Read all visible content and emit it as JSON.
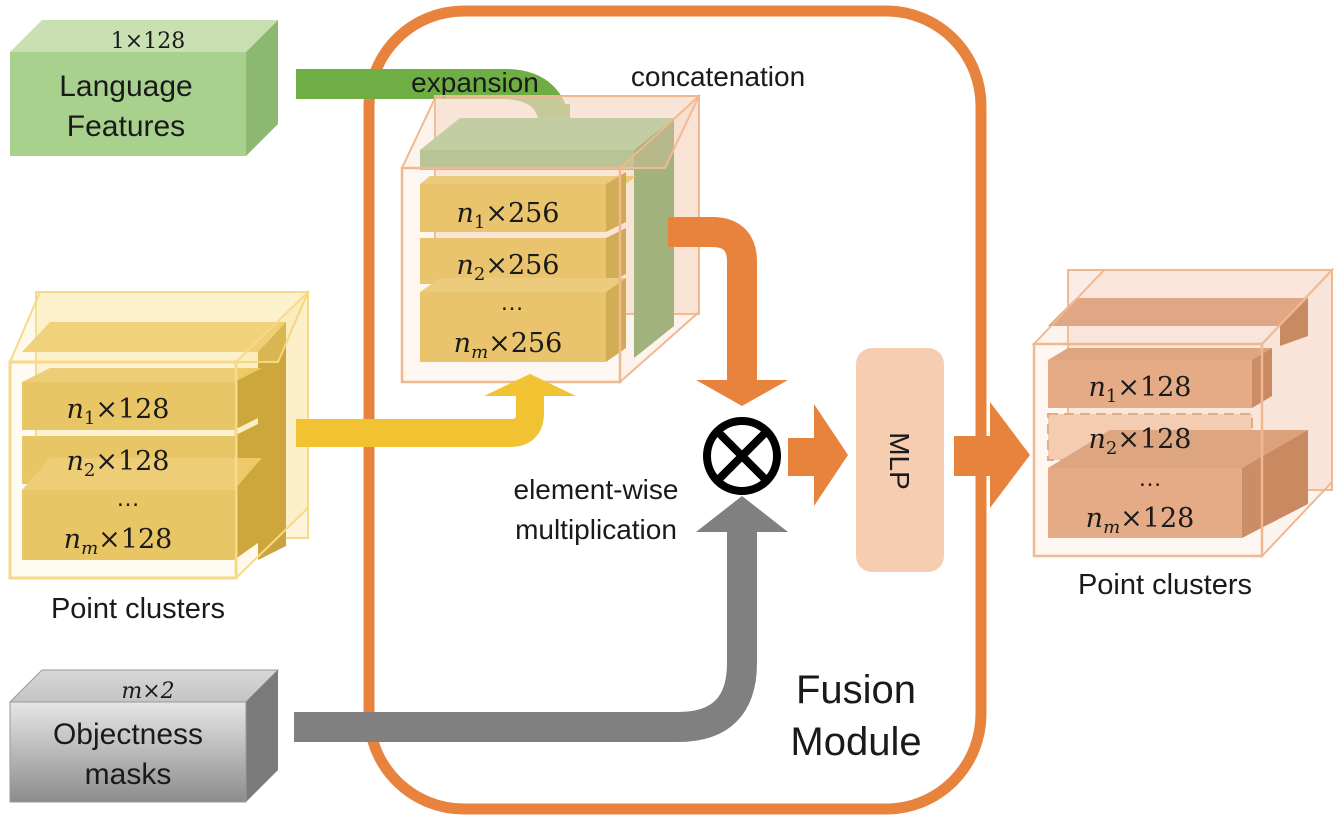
{
  "language": {
    "dim": "1×128",
    "line1": "Language",
    "line2": "Features"
  },
  "expansion_label": "expansion",
  "concat_label": "concatenation",
  "concat_rows": [
    {
      "sub": "1",
      "dim": "×256"
    },
    {
      "sub": "2",
      "dim": "×256"
    },
    {
      "sub": "m",
      "dim": "×256"
    }
  ],
  "concat_ellipsis": "…",
  "input_clusters": {
    "rows": [
      {
        "sub": "1",
        "dim": "×128"
      },
      {
        "sub": "2",
        "dim": "×128"
      },
      {
        "sub": "m",
        "dim": "×128"
      }
    ],
    "ellipsis": "…",
    "label": "Point clusters"
  },
  "objectness": {
    "dim": "m×2",
    "line1": "Objectness",
    "line2": "masks"
  },
  "multiplication": {
    "line1": "element-wise",
    "line2": "multiplication"
  },
  "mlp_label": "MLP",
  "fusion": {
    "line1": "Fusion",
    "line2": "Module"
  },
  "output_clusters": {
    "rows": [
      {
        "sub": "1",
        "dim": "×128"
      },
      {
        "sub": "2",
        "dim": "×128"
      },
      {
        "sub": "m",
        "dim": "×128"
      }
    ],
    "ellipsis": "…",
    "label": "Point clusters"
  },
  "colors": {
    "orange": "#e8833e",
    "green": "#6fae45",
    "yellow": "#f1c232",
    "gray": "#808080"
  }
}
